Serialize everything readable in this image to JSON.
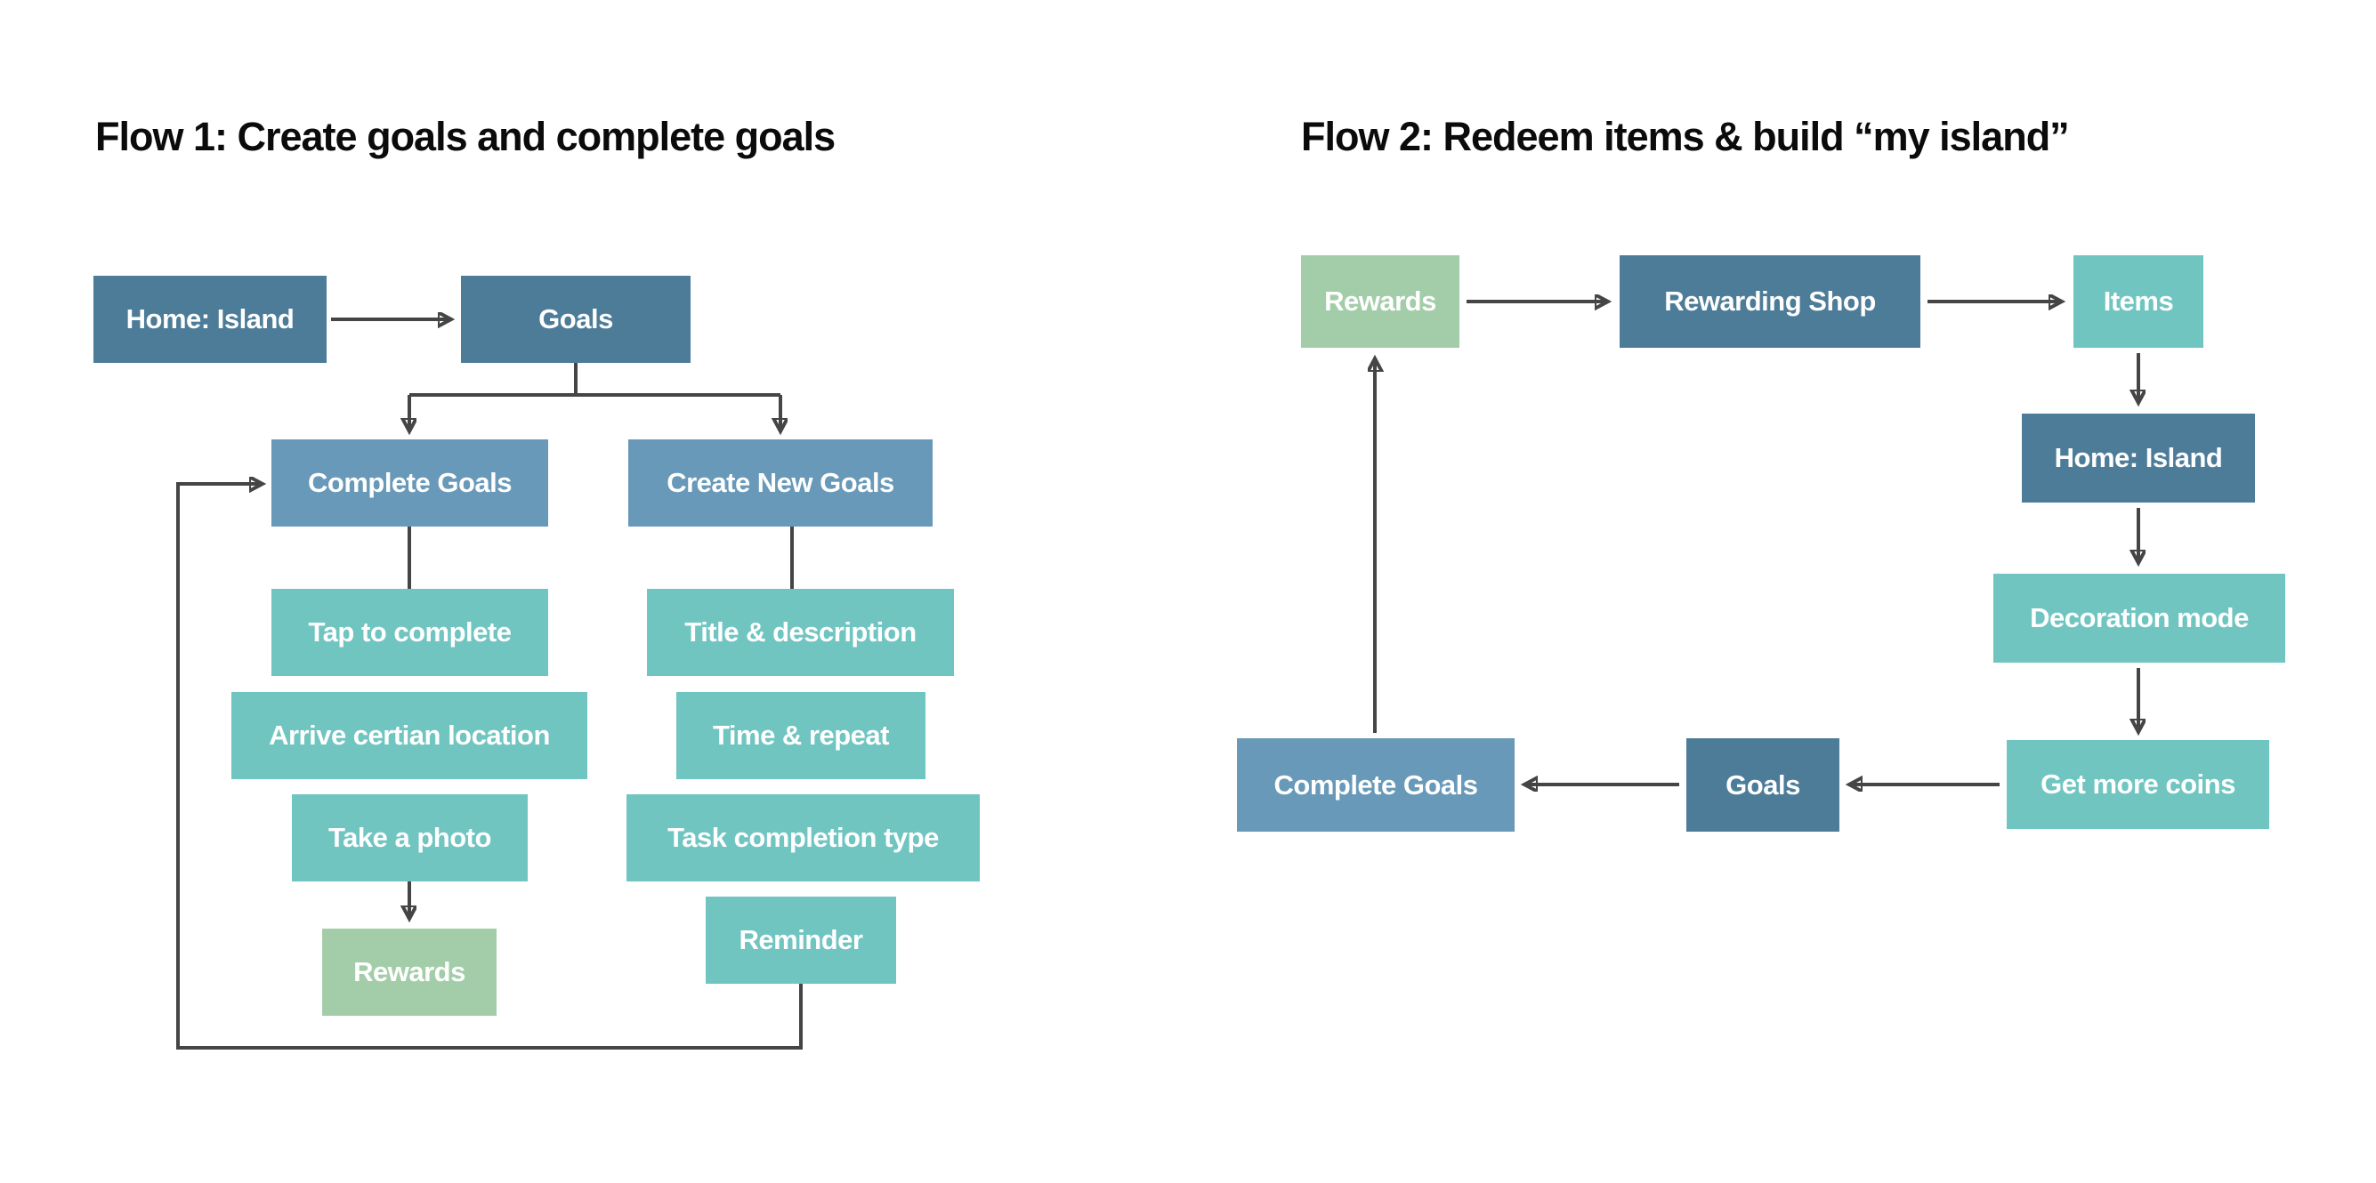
{
  "palette": {
    "dark_blue": "#4d7c99",
    "medium_blue": "#6899b8",
    "teal": "#70c5c1",
    "green": "#a3cda9",
    "connector_gray": "#454545",
    "background": "#ffffff",
    "title_text": "#0b0b0b",
    "node_text": "#ffffff"
  },
  "flow1": {
    "title": "Flow 1: Create goals and complete goals",
    "nodes": [
      {
        "label": "Home: Island"
      },
      {
        "label": "Goals"
      },
      {
        "label": "Complete Goals"
      },
      {
        "label": "Create New Goals"
      },
      {
        "label": "Tap to complete"
      },
      {
        "label": "Title & description"
      },
      {
        "label": "Arrive certian location"
      },
      {
        "label": "Time & repeat"
      },
      {
        "label": "Take a photo"
      },
      {
        "label": "Task completion type"
      },
      {
        "label": "Rewards"
      },
      {
        "label": "Reminder"
      }
    ]
  },
  "flow2": {
    "title": "Flow 2: Redeem items & build “my island”",
    "nodes": [
      {
        "label": "Rewards"
      },
      {
        "label": "Rewarding Shop"
      },
      {
        "label": "Items"
      },
      {
        "label": "Home: Island"
      },
      {
        "label": "Decoration mode"
      },
      {
        "label": "Get more coins"
      },
      {
        "label": "Goals"
      },
      {
        "label": "Complete Goals"
      }
    ]
  }
}
